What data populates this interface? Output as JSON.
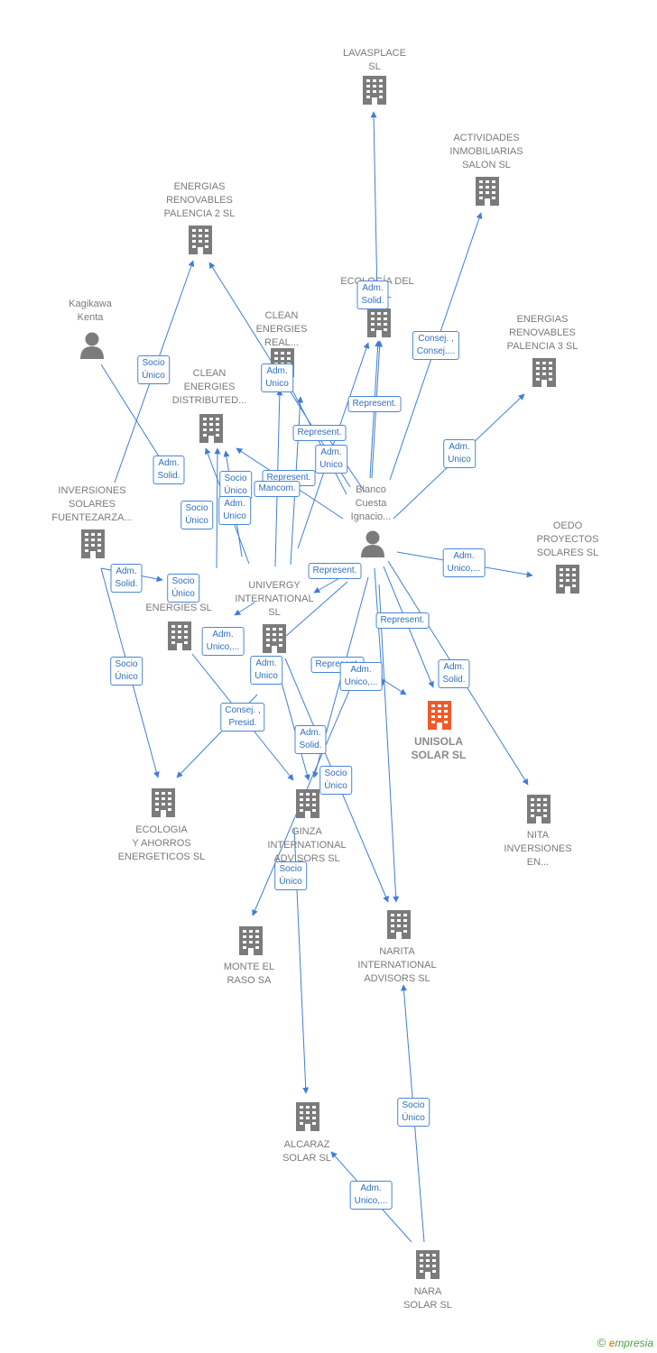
{
  "nodes": [
    {
      "id": "lavasplace",
      "label": "LAVASPLACE\nSL",
      "type": "company"
    },
    {
      "id": "actividades",
      "label": "ACTIVIDADES\nINMOBILIARIAS\nSALON SL",
      "type": "company"
    },
    {
      "id": "energias2",
      "label": "ENERGIAS\nRENOVABLES\nPALENCIA 2 SL",
      "type": "company"
    },
    {
      "id": "kagikawa",
      "label": "Kagikawa\nKenta",
      "type": "person"
    },
    {
      "id": "ecologia_del",
      "label": "ECOLOGÍA DEL\nP... SL",
      "type": "company"
    },
    {
      "id": "clean_real",
      "label": "CLEAN\nENERGIES\nREAL...",
      "type": "company"
    },
    {
      "id": "energias3",
      "label": "ENERGIAS\nRENOVABLES\nPALENCIA 3 SL",
      "type": "company"
    },
    {
      "id": "clean_dist",
      "label": "CLEAN\nENERGIES\nDISTRIBUTED...",
      "type": "company"
    },
    {
      "id": "blanco",
      "label": "Blanco\nCuesta\nIgnacio...",
      "type": "person"
    },
    {
      "id": "inversiones",
      "label": "INVERSIONES\nSOLARES\nFUENTEZARZA...",
      "type": "company"
    },
    {
      "id": "oedo",
      "label": "OEDO\nPROYECTOS\nSOLARES SL",
      "type": "company"
    },
    {
      "id": "univergy",
      "label": "UNIVERGY\nINTERNATIONAL\nSL",
      "type": "company"
    },
    {
      "id": "energies",
      "label": "ENERGIES SL",
      "type": "company"
    },
    {
      "id": "unisola",
      "label": "UNISOLA\nSOLAR SL",
      "type": "main"
    },
    {
      "id": "ecologia_ahorros",
      "label": "ECOLOGIA\nY AHORROS\nENERGETICOS SL",
      "type": "company"
    },
    {
      "id": "ginza",
      "label": "GINZA\nINTERNATIONAL\nADVISORS SL",
      "type": "company"
    },
    {
      "id": "nita",
      "label": "NITA\nINVERSIONES\nEN...",
      "type": "company"
    },
    {
      "id": "narita",
      "label": "NARITA\nINTERNATIONAL\nADVISORS SL",
      "type": "company"
    },
    {
      "id": "monte",
      "label": "MONTE EL\nRASO SA",
      "type": "company"
    },
    {
      "id": "alcaraz",
      "label": "ALCARAZ\nSOLAR SL",
      "type": "company"
    },
    {
      "id": "nara",
      "label": "NARA\nSOLAR SL",
      "type": "company"
    }
  ],
  "edge_labels": [
    "Adm.\nSolid.",
    "Consej. ,\nConsej....",
    "Socio\nÚnico",
    "Adm.\nUnico",
    "Represent.",
    "Represent.",
    "Adm.\nUnico",
    "Adm.\nSolid.",
    "Socio\nÚnico",
    "Represent.",
    "Mancom.",
    "Socio\nÚnico",
    "Adm.\nUnico",
    "Adm.\nUnico",
    "Adm.\nSolid.",
    "Represent.",
    "Adm.\nUnico,...",
    "Represent.",
    "Socio\nÚnico",
    "Adm.\nUnico",
    "Represent.",
    "Adm.\nUnico,...",
    "Adm.\nSolid.",
    "Socio\nÚnico",
    "Adm.\nUnico,...",
    "Consej. ,\nPresid.",
    "Adm.\nSolid.",
    "Socio\nÚnico",
    "Socio\nÚnico",
    "Socio\nÚnico",
    "Adm.\nUnico,..."
  ],
  "colors": {
    "edge": "#3f7fd6",
    "node": "#7b7b7b",
    "main": "#f05a28",
    "label_text": "#2f6fbd"
  },
  "brand": {
    "copyright": "©",
    "initial": "e",
    "rest": "mpresia"
  }
}
